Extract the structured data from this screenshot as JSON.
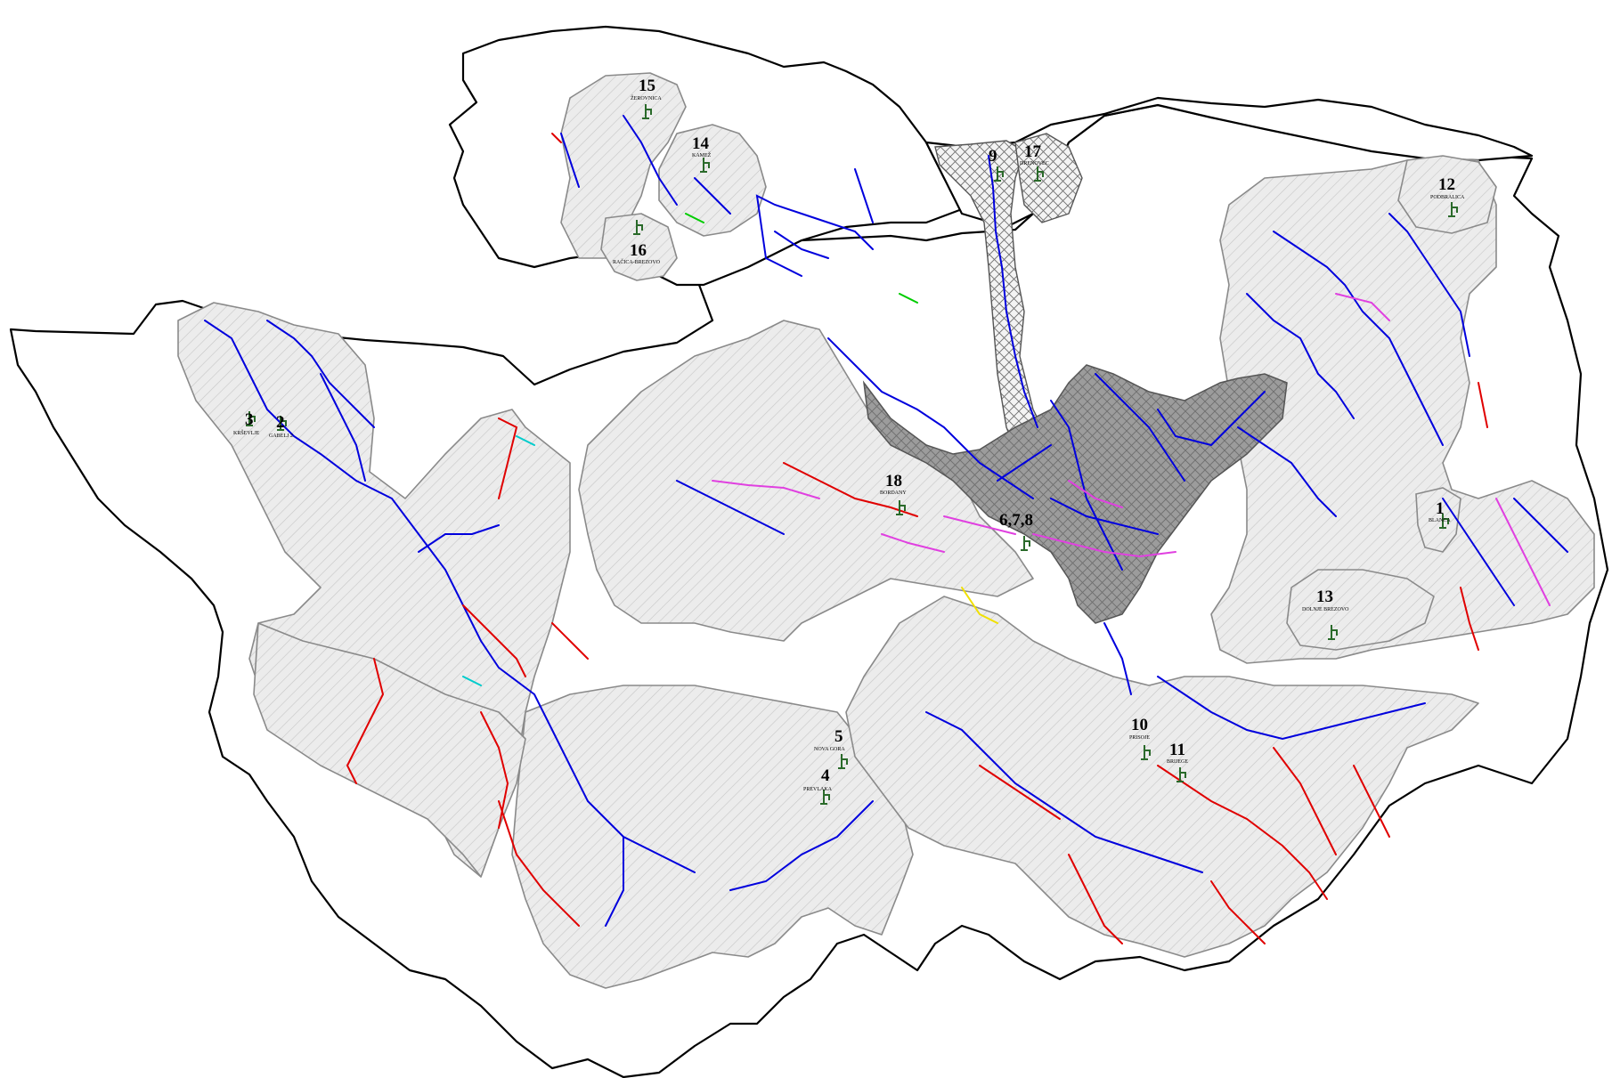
{
  "map": {
    "colors": {
      "zone_fill": "#e9e9e9",
      "zone_stroke": "#8a8a8a",
      "boundary": "#000000",
      "core_zone": "#9a9a9a",
      "pipe_blue": "#0000dd",
      "pipe_red": "#e00000",
      "pipe_magenta": "#e040e0",
      "pipe_green": "#00cc00",
      "pipe_cyan": "#00cccc",
      "pipe_yellow": "#f0e000",
      "pump_icon": "#2a6a2a"
    },
    "zones": [
      {
        "number": "1",
        "label": "BLANCA"
      },
      {
        "number": "2",
        "label": "GABELJ 2"
      },
      {
        "number": "3",
        "label": "KRŠEVLJE"
      },
      {
        "number": "4",
        "label": "PREVLAKA"
      },
      {
        "number": "5",
        "label": "NOVA GORA"
      },
      {
        "number": "6,7,8",
        "label": ""
      },
      {
        "number": "9",
        "label": ""
      },
      {
        "number": "10",
        "label": "PRISOJE"
      },
      {
        "number": "11",
        "label": "BRIJEGE"
      },
      {
        "number": "12",
        "label": "PODBRALICA"
      },
      {
        "number": "13",
        "label": "DOLNJE BREZOVO"
      },
      {
        "number": "14",
        "label": "KAMEŽ"
      },
      {
        "number": "15",
        "label": "ŽEROVNICA"
      },
      {
        "number": "16",
        "label": "RAČICA-BREZOVO"
      },
      {
        "number": "17",
        "label": "DRENOVEC"
      },
      {
        "number": "18",
        "label": "BORDANY"
      }
    ]
  }
}
